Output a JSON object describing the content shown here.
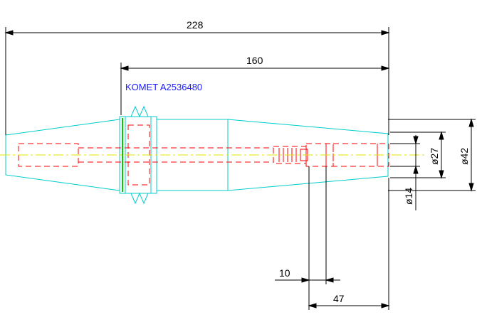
{
  "drawing": {
    "label": "KOMET A2536480",
    "dimensions": {
      "overall_length": "228",
      "gauge_length": "160",
      "bore_depth": "47",
      "clamp_length": "10",
      "diameter_outer": "ø42",
      "diameter_mid": "ø27",
      "diameter_bore": "ø14"
    },
    "colors": {
      "outline": "#00cccc",
      "hidden": "#ff0000",
      "centerline": "#e6e600",
      "dimension": "#000000",
      "label": "#1a1aff",
      "flange_accent": "#00cc00"
    }
  }
}
